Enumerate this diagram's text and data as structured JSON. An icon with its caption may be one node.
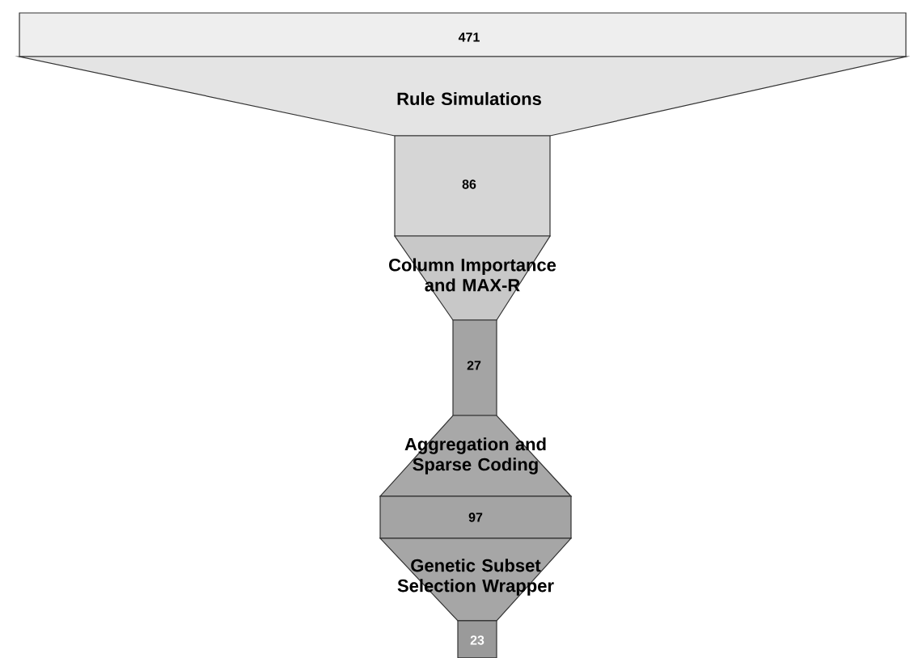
{
  "diagram": {
    "nodes": [
      {
        "text": [
          "471"
        ]
      },
      {
        "text": [
          "Rule Simulations"
        ]
      },
      {
        "text": [
          "86"
        ]
      },
      {
        "text": [
          "Column Importance and MAX-R"
        ]
      },
      {
        "text": [
          "27"
        ]
      },
      {
        "text": [
          "Aggregation and Sparse Coding"
        ]
      },
      {
        "text": [
          "97"
        ]
      },
      {
        "text": [
          "Genetic Subset Selection Wrapper"
        ]
      },
      {
        "text": [
          "23"
        ]
      }
    ]
  }
}
